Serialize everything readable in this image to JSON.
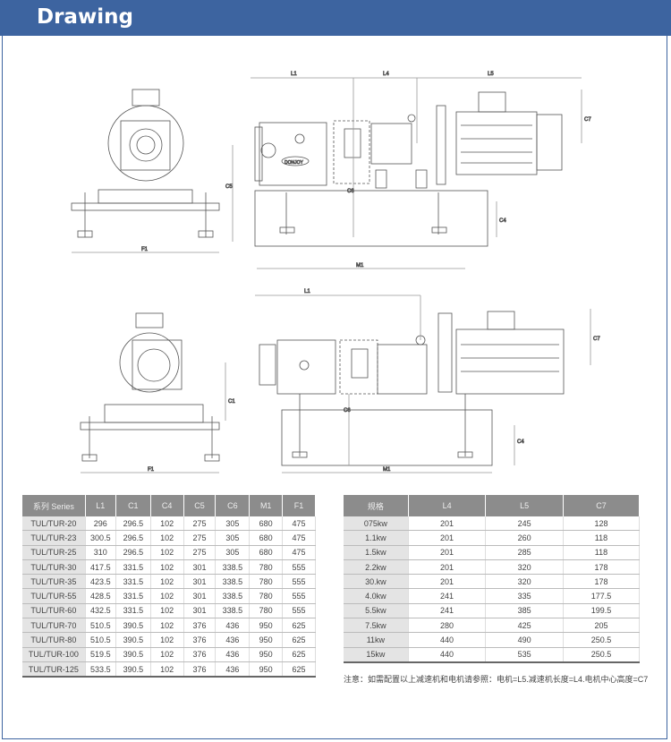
{
  "header": {
    "title": "Drawing"
  },
  "drawing": {
    "logo": "DONJOY",
    "dims": {
      "L1": "L1",
      "L4": "L4",
      "L5": "L5",
      "C7": "C7",
      "C6": "C6",
      "C4": "C4",
      "M1": "M1",
      "C5": "C5",
      "F1": "F1",
      "C1": "C1"
    }
  },
  "series_table": {
    "headers": [
      "系列 Series",
      "L1",
      "C1",
      "C4",
      "C5",
      "C6",
      "M1",
      "F1"
    ],
    "rows": [
      [
        "TUL/TUR-20",
        "296",
        "296.5",
        "102",
        "275",
        "305",
        "680",
        "475"
      ],
      [
        "TUL/TUR-23",
        "300.5",
        "296.5",
        "102",
        "275",
        "305",
        "680",
        "475"
      ],
      [
        "TUL/TUR-25",
        "310",
        "296.5",
        "102",
        "275",
        "305",
        "680",
        "475"
      ],
      [
        "TUL/TUR-30",
        "417.5",
        "331.5",
        "102",
        "301",
        "338.5",
        "780",
        "555"
      ],
      [
        "TUL/TUR-35",
        "423.5",
        "331.5",
        "102",
        "301",
        "338.5",
        "780",
        "555"
      ],
      [
        "TUL/TUR-55",
        "428.5",
        "331.5",
        "102",
        "301",
        "338.5",
        "780",
        "555"
      ],
      [
        "TUL/TUR-60",
        "432.5",
        "331.5",
        "102",
        "301",
        "338.5",
        "780",
        "555"
      ],
      [
        "TUL/TUR-70",
        "510.5",
        "390.5",
        "102",
        "376",
        "436",
        "950",
        "625"
      ],
      [
        "TUL/TUR-80",
        "510.5",
        "390.5",
        "102",
        "376",
        "436",
        "950",
        "625"
      ],
      [
        "TUL/TUR-100",
        "519.5",
        "390.5",
        "102",
        "376",
        "436",
        "950",
        "625"
      ],
      [
        "TUL/TUR-125",
        "533.5",
        "390.5",
        "102",
        "376",
        "436",
        "950",
        "625"
      ]
    ]
  },
  "motor_table": {
    "headers": [
      "规格",
      "L4",
      "L5",
      "C7"
    ],
    "rows": [
      [
        "075kw",
        "201",
        "245",
        "128"
      ],
      [
        "1.1kw",
        "201",
        "260",
        "118"
      ],
      [
        "1.5kw",
        "201",
        "285",
        "118"
      ],
      [
        "2.2kw",
        "201",
        "320",
        "178"
      ],
      [
        "30.kw",
        "201",
        "320",
        "178"
      ],
      [
        "4.0kw",
        "241",
        "335",
        "177.5"
      ],
      [
        "5.5kw",
        "241",
        "385",
        "199.5"
      ],
      [
        "7.5kw",
        "280",
        "425",
        "205"
      ],
      [
        "11kw",
        "440",
        "490",
        "250.5"
      ],
      [
        "15kw",
        "440",
        "535",
        "250.5"
      ]
    ]
  },
  "note": "注意：如需配置以上减速机和电机请参照：电机=L5.减速机长度=L4.电机中心高度=C7"
}
